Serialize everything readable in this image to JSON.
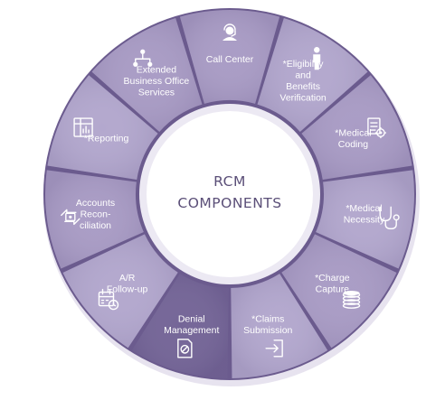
{
  "center": {
    "line1": "RCM",
    "line2": "COMPONENTS"
  },
  "colors": {
    "segment": "#a99cc5",
    "segment_alt": "#b3a8ce",
    "segment_dark": "#6b5b8e",
    "highlight": "#746597",
    "inner_ring": "#ece9f3",
    "center_text": "#5b4f78"
  },
  "segments": [
    {
      "lines": [
        "Call Center"
      ],
      "icon": "headset-agent-icon"
    },
    {
      "lines": [
        "*Eligibility",
        "and",
        "Benefits",
        "Verification"
      ],
      "icon": "person-icon"
    },
    {
      "lines": [
        "*Medical",
        "Coding"
      ],
      "icon": "coding-document-gear-icon"
    },
    {
      "lines": [
        "*Medical",
        "Necessity"
      ],
      "icon": "stethoscope-icon"
    },
    {
      "lines": [
        "*Charge",
        "Capture"
      ],
      "icon": "coin-stack-icon"
    },
    {
      "lines": [
        "*Claims",
        "Submission"
      ],
      "icon": "sign-in-arrow-icon"
    },
    {
      "lines": [
        "Denial",
        "Management"
      ],
      "icon": "denied-document-icon",
      "highlighted": true
    },
    {
      "lines": [
        "A/R",
        "Follow-up"
      ],
      "icon": "calendar-clock-icon"
    },
    {
      "lines": [
        "Accounts",
        "Recon-",
        "ciliation"
      ],
      "icon": "reconciliation-arrows-icon"
    },
    {
      "lines": [
        "*Reporting"
      ],
      "icon": "report-chart-icon"
    },
    {
      "lines": [
        "Extended",
        "Business Office",
        "Services"
      ],
      "icon": "org-network-icon"
    }
  ]
}
